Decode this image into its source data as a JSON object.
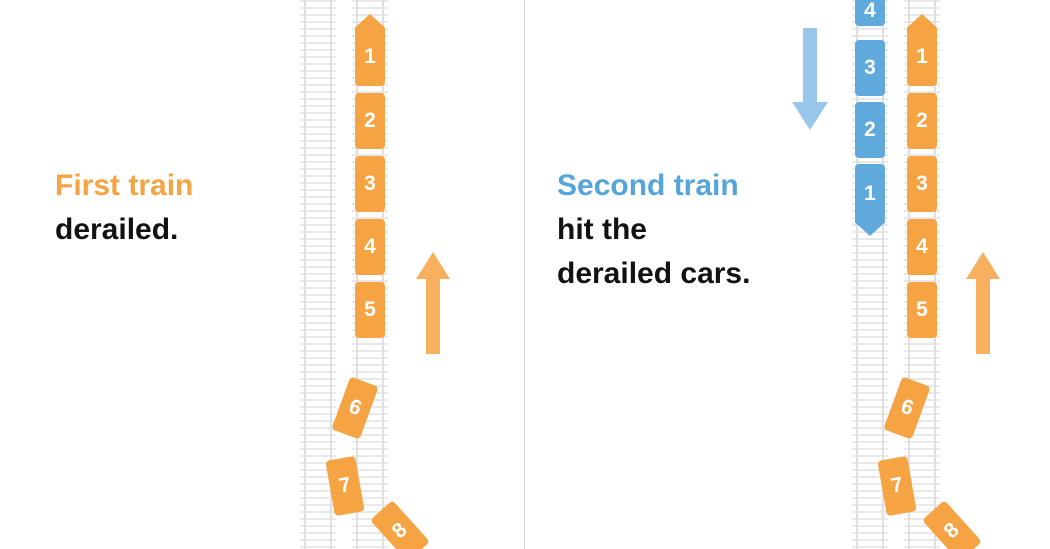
{
  "panels": {
    "left": {
      "headline": {
        "line1": "First train",
        "line2": "derailed."
      },
      "train": {
        "cars": [
          "1",
          "2",
          "3",
          "4",
          "5",
          "6",
          "7",
          "8"
        ]
      },
      "arrow": {
        "icon": "up-arrow-icon",
        "direction": "up"
      }
    },
    "right": {
      "headline": {
        "line1": "Second train",
        "line2": "hit the",
        "line3": "derailed cars."
      },
      "blue_train": {
        "cars": [
          "4",
          "3",
          "2",
          "1"
        ]
      },
      "orange_train": {
        "cars": [
          "1",
          "2",
          "3",
          "4",
          "5",
          "6",
          "7",
          "8"
        ]
      },
      "down_arrow": {
        "icon": "down-arrow-icon",
        "direction": "down"
      },
      "up_arrow": {
        "icon": "up-arrow-icon",
        "direction": "up"
      }
    }
  },
  "colors": {
    "orange": "#F5A343",
    "blue_car": "#5FA9DD",
    "blue_arrow": "#85BEE8",
    "blue_text": "#55A4DA",
    "text": "#121212",
    "track": "#E9E9E9",
    "divider": "#D8D8D8",
    "background": "#FFFFFF"
  }
}
